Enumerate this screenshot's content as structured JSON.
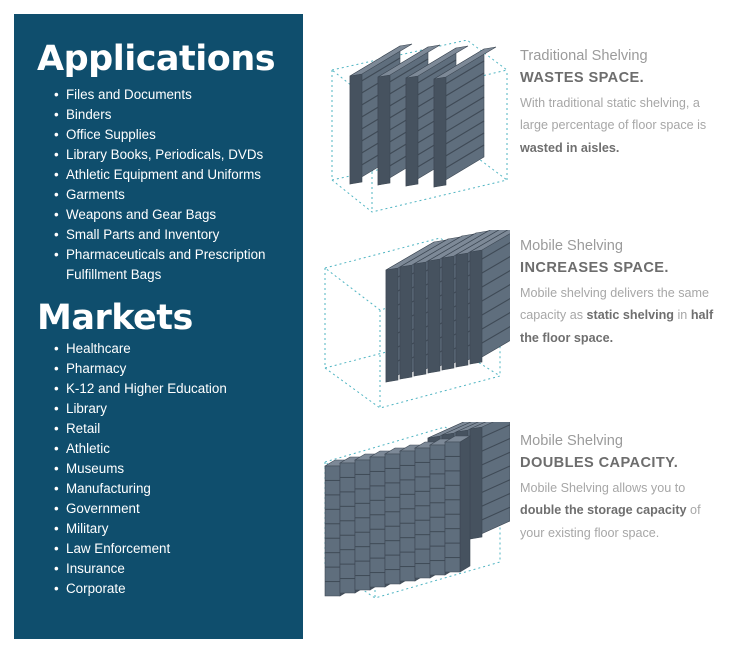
{
  "applications": {
    "heading": "Applications",
    "items": [
      "Files and Documents",
      "Binders",
      "Office Supplies",
      "Library Books, Periodicals, DVDs",
      "Athletic Equipment and Uniforms",
      "Garments",
      "Weapons and Gear Bags",
      "Small Parts and Inventory",
      "Pharmaceuticals and Prescription\nFulfillment Bags"
    ]
  },
  "markets": {
    "heading": "Markets",
    "items": [
      "Healthcare",
      "Pharmacy",
      "K-12 and Higher Education",
      "Library",
      "Retail",
      "Athletic",
      "Museums",
      "Manufacturing",
      "Government",
      "Military",
      "Law Enforcement",
      "Insurance",
      "Corporate"
    ]
  },
  "sections": [
    {
      "title": "Traditional Shelving",
      "headline": "WASTES SPACE.",
      "body": [
        {
          "text": "With traditional static shelving, a large percentage of floor space is "
        },
        {
          "text": "wasted in aisles.",
          "bold": true
        }
      ]
    },
    {
      "title": "Mobile Shelving",
      "headline": "INCREASES SPACE.",
      "body": [
        {
          "text": "Mobile shelving delivers the same capacity as "
        },
        {
          "text": "static shelving",
          "bold": true
        },
        {
          "text": " in "
        },
        {
          "text": "half the floor space.",
          "bold": true
        }
      ]
    },
    {
      "title": "Mobile Shelving",
      "headline": "DOUBLES CAPACITY.",
      "body": [
        {
          "text": "Mobile Shelving allows you to "
        },
        {
          "text": "double the storage capacity",
          "bold": true
        },
        {
          "text": " of your existing floor space."
        }
      ]
    }
  ],
  "colors": {
    "panel": "#0f4e6d",
    "shelf_front": "#5f6e7d",
    "shelf_side": "#46525f",
    "shelf_top": "#7d8997",
    "dashed_outline": "#4fb4c2"
  }
}
